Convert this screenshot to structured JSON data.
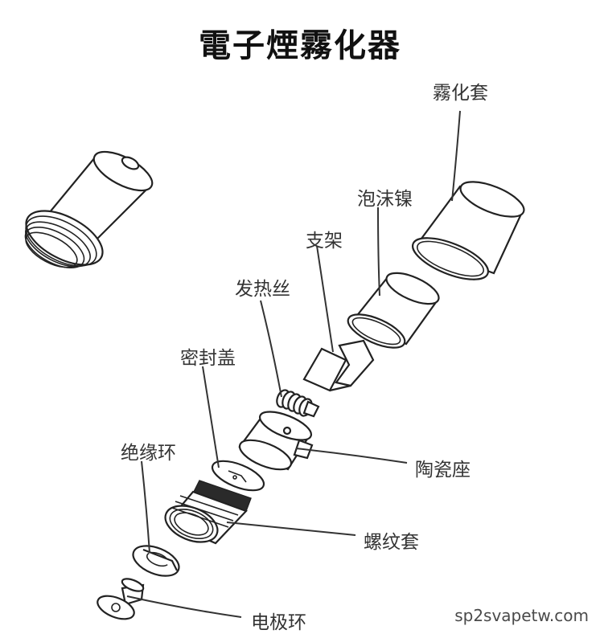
{
  "title": "電子煙霧化器",
  "labels": {
    "atomizer_sleeve": "霧化套",
    "foam_nickel": "泡沫镍",
    "bracket": "支架",
    "heating_wire": "发热丝",
    "seal_cap": "密封盖",
    "ceramic_base": "陶瓷座",
    "insulation_ring": "绝缘环",
    "thread_sleeve": "螺纹套",
    "electrode_ring": "电极环"
  },
  "watermark": "sp2svapetw.com",
  "colors": {
    "ink": "#222222",
    "background": "#ffffff"
  }
}
